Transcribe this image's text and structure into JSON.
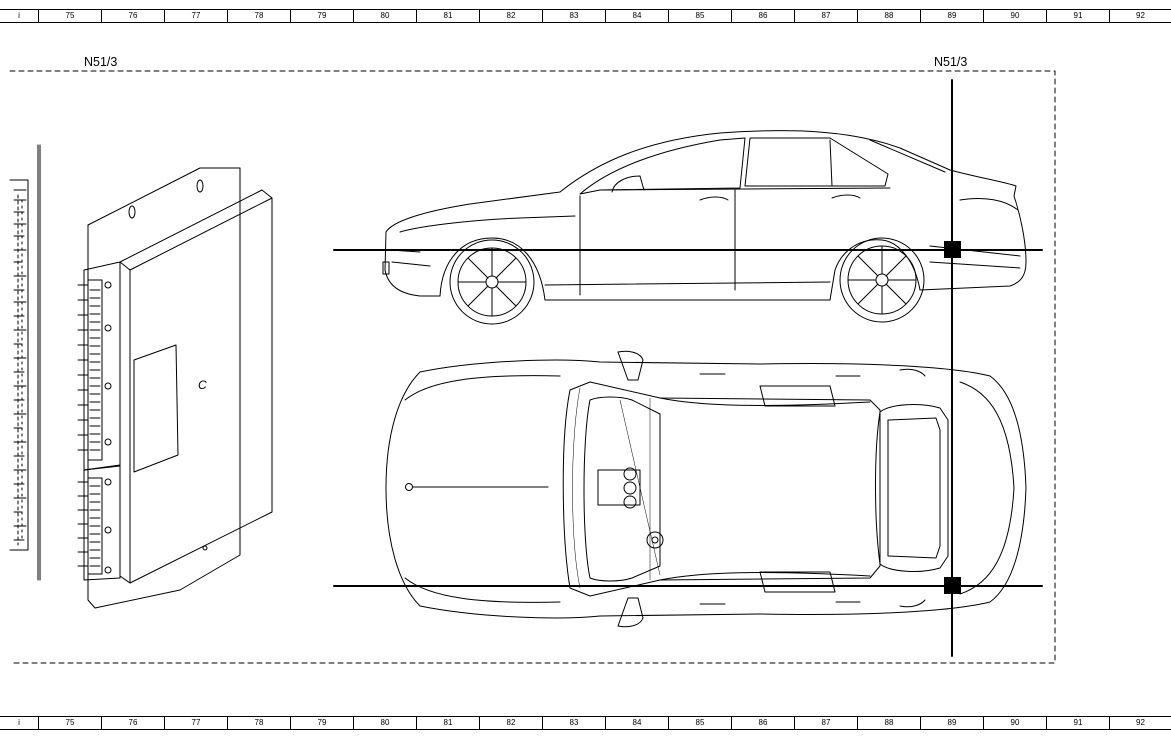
{
  "ruler": {
    "first_label": "i",
    "columns": [
      "75",
      "76",
      "77",
      "78",
      "79",
      "80",
      "81",
      "82",
      "83",
      "84",
      "85",
      "86",
      "87",
      "88",
      "89",
      "90",
      "91",
      "92"
    ]
  },
  "component_label_left": "N51/3",
  "component_label_right": "N51/3",
  "module_mark": "C",
  "colors": {
    "line": "#000000",
    "background": "#ffffff"
  }
}
